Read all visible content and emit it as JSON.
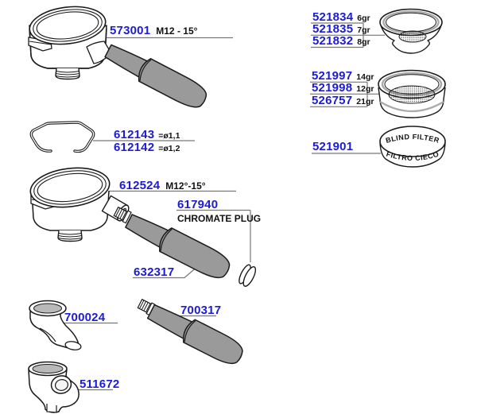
{
  "meta": {
    "background": "#ffffff",
    "link_color": "#1c1cd6",
    "text_color": "#111111",
    "leader_line_color": "#777777",
    "handle_gray": "#9a9a9a",
    "metal_gray": "#b9b9b9"
  },
  "parts": {
    "portafilter_complete": {
      "number": "573001",
      "spec": "M12 - 15°"
    },
    "filter_baskets_small": {
      "items": [
        {
          "number": "521834",
          "spec": "6gr"
        },
        {
          "number": "521835",
          "spec": "7gr"
        },
        {
          "number": "521832",
          "spec": "8gr"
        }
      ]
    },
    "filter_baskets_large": {
      "items": [
        {
          "number": "521997",
          "spec": "14gr"
        },
        {
          "number": "521998",
          "spec": "12gr"
        },
        {
          "number": "526757",
          "spec": "21gr"
        }
      ]
    },
    "blind_filter": {
      "number": "521901",
      "label_top": "BLIND FILTER",
      "label_side": "FILTRO CIECO"
    },
    "retaining_spring": {
      "items": [
        {
          "number": "612143",
          "spec": "=ø1,1"
        },
        {
          "number": "612142",
          "spec": "=ø1,2"
        }
      ]
    },
    "portafilter_body": {
      "number": "612524",
      "spec": "M12°-15°"
    },
    "chromate_plug": {
      "number": "617940",
      "name": "CHROMATE PLUG"
    },
    "handle_with_plug": {
      "number": "632317"
    },
    "spout_single": {
      "number": "700024"
    },
    "handle_spare": {
      "number": "700317"
    },
    "spout_double": {
      "number": "511672"
    }
  }
}
